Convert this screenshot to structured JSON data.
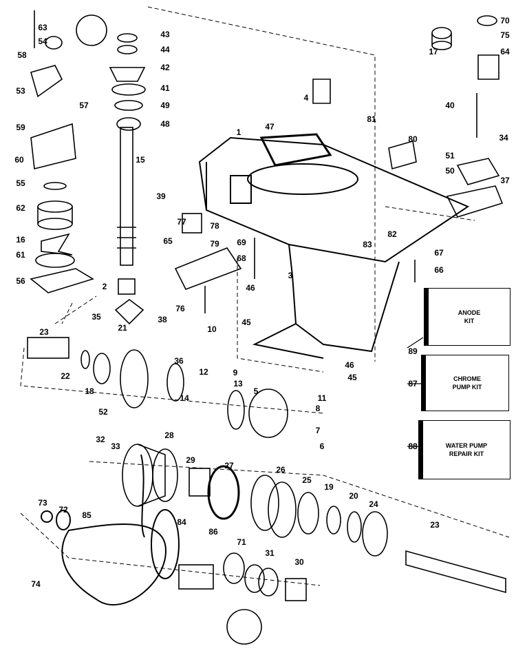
{
  "diagram": {
    "part_labels": [
      "58",
      "63",
      "54",
      "43",
      "44",
      "42",
      "41",
      "49",
      "48",
      "57",
      "53",
      "59",
      "60",
      "15",
      "39",
      "55",
      "62",
      "16",
      "61",
      "56",
      "2",
      "35",
      "38",
      "21",
      "23",
      "22",
      "18",
      "52",
      "36",
      "10",
      "12",
      "14",
      "13",
      "9",
      "5",
      "11",
      "8",
      "7",
      "6",
      "32",
      "33",
      "28",
      "29",
      "27",
      "26",
      "25",
      "19",
      "20",
      "24",
      "23",
      "73",
      "72",
      "85",
      "84",
      "86",
      "71",
      "31",
      "30",
      "74",
      "1",
      "47",
      "4",
      "77",
      "78",
      "79",
      "69",
      "68",
      "65",
      "76",
      "46",
      "45",
      "3",
      "81",
      "80",
      "82",
      "83",
      "67",
      "66",
      "46",
      "45",
      "89",
      "87",
      "88",
      "70",
      "75",
      "17",
      "64",
      "40",
      "34",
      "51",
      "50",
      "37"
    ],
    "kits": [
      {
        "line1": "ANODE",
        "line2": "KIT"
      },
      {
        "line1": "CHROME",
        "line2": "PUMP KIT"
      },
      {
        "line1": "WATER PUMP",
        "line2": "REPAIR KIT"
      }
    ]
  }
}
